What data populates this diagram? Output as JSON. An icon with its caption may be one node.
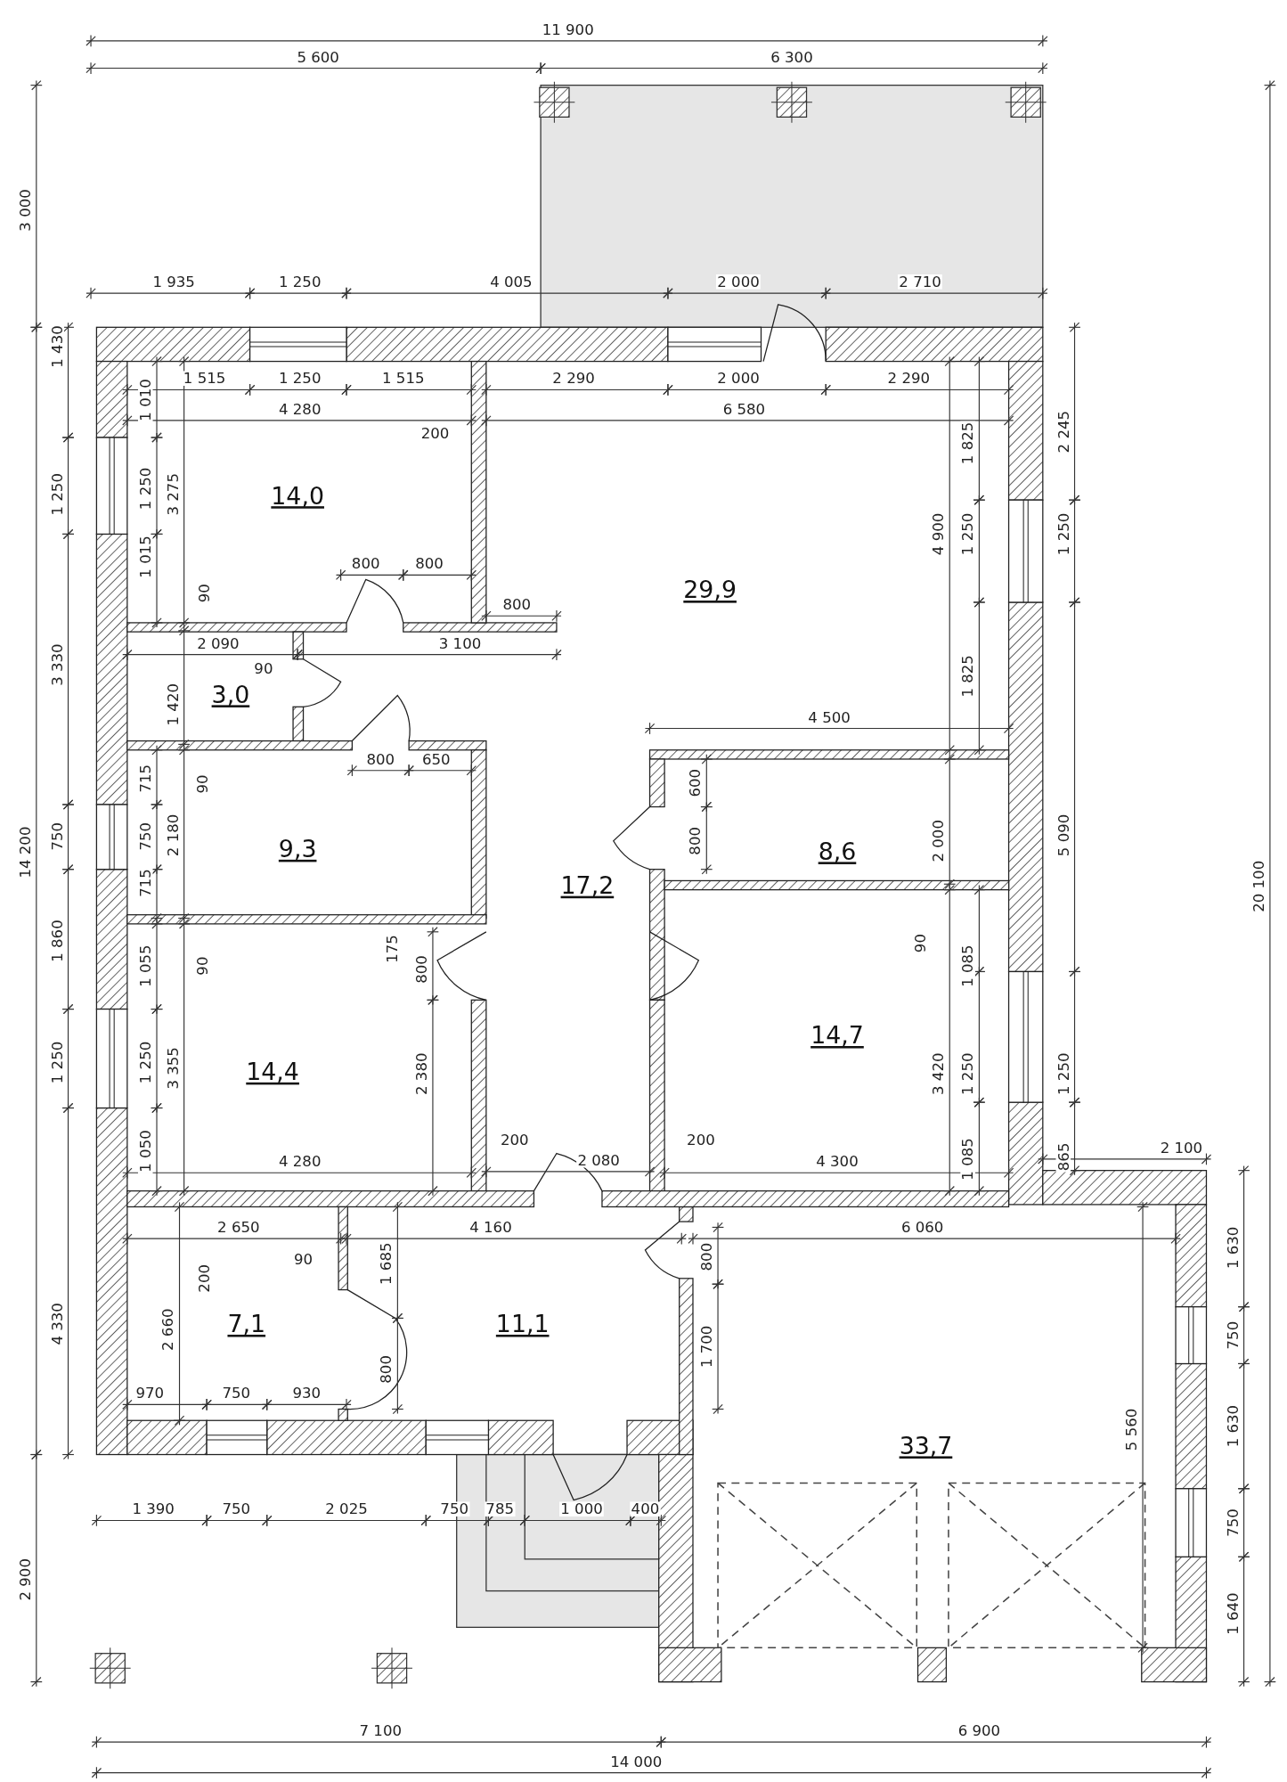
{
  "diagram": {
    "nodes": [
      {
        "text": [
          "14,0"
        ]
      },
      {
        "text": [
          "29,9"
        ]
      },
      {
        "text": [
          "3,0"
        ]
      },
      {
        "text": [
          "9,3"
        ]
      },
      {
        "text": [
          "8,6"
        ]
      },
      {
        "text": [
          "17,2"
        ]
      },
      {
        "text": [
          "14,4"
        ]
      },
      {
        "text": [
          "14,7"
        ]
      },
      {
        "text": [
          "7,1"
        ]
      },
      {
        "text": [
          "11,1"
        ]
      },
      {
        "text": [
          "33,7"
        ]
      }
    ],
    "labels": [
      "11 900",
      "5 600",
      "6 300",
      "3 000",
      "1 935",
      "1 250",
      "4 005",
      "2 000",
      "2 710",
      "1 430",
      "1 515",
      "1 250",
      "1 515",
      "2 290",
      "2 000",
      "2 290",
      "2 245",
      "1 010",
      "4 280",
      "6 580",
      "200",
      "1 825",
      "1 250",
      "1 250",
      "3 275",
      "4 900",
      "1 250",
      "1 250",
      "1 015",
      "800",
      "800",
      "90",
      "800",
      "2 090",
      "3 100",
      "90",
      "1 420",
      "3 330",
      "1 825",
      "4 500",
      "800",
      "650",
      "715",
      "600",
      "90",
      "750",
      "750",
      "2 180",
      "800",
      "2 000",
      "5 090",
      "715",
      "20 100",
      "14 200",
      "175",
      "800",
      "1 860",
      "1 055",
      "90",
      "90",
      "1 085",
      "1 250",
      "1 250",
      "3 355",
      "2 380",
      "3 420",
      "1 250",
      "1 250",
      "4 280",
      "200",
      "2 080",
      "200",
      "4 300",
      "1 050",
      "1 085",
      "865",
      "2 100",
      "2 650",
      "4 160",
      "6 060",
      "1 630",
      "90",
      "200",
      "1 685",
      "800",
      "4 330",
      "2 660",
      "1 700",
      "750",
      "800",
      "970",
      "750",
      "930",
      "5 560",
      "1 630",
      "1 390",
      "750",
      "2 025",
      "750",
      "785",
      "1 000",
      "400",
      "750",
      "2 900",
      "1 640",
      "7 100",
      "6 900",
      "14 000"
    ]
  }
}
